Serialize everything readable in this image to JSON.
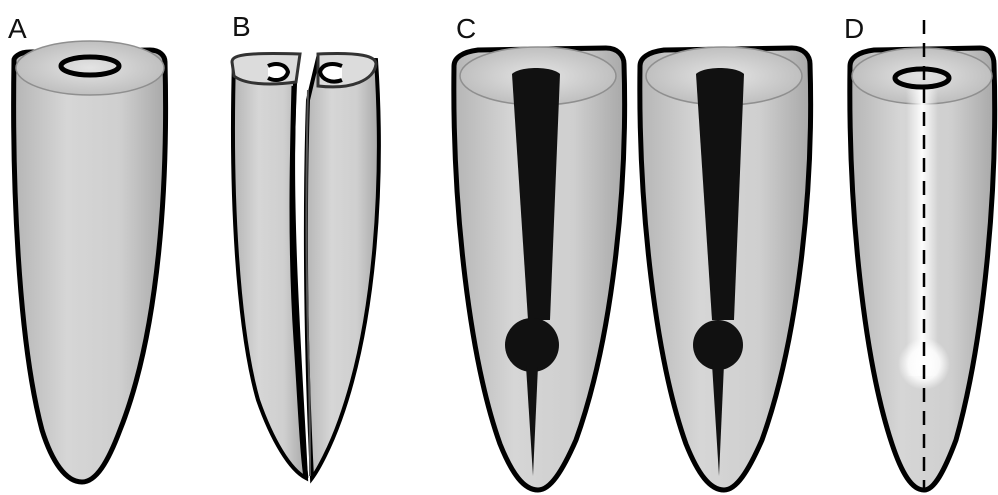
{
  "panels": [
    {
      "label": "A"
    },
    {
      "label": "B"
    },
    {
      "label": "C"
    },
    {
      "label": "D"
    }
  ],
  "colors": {
    "root_fill": "#cfcfcf",
    "root_shade": "#a9a9a9",
    "outline": "#000000",
    "canal": "#111111",
    "lesion_glow": "#ffffff"
  }
}
